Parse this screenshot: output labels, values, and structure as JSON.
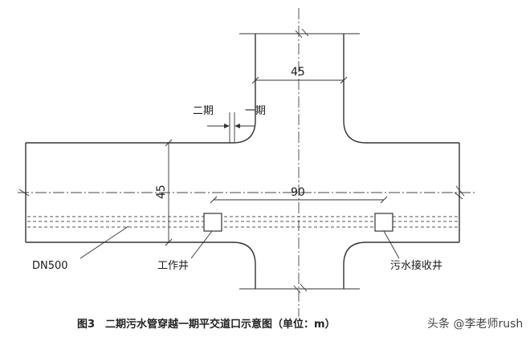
{
  "labels": {
    "phase2": "二期",
    "phase1": "一期",
    "pipe": "DN500",
    "work_well": "工作井",
    "receive_well": "污水接收井"
  },
  "dimensions": {
    "top_width": "45",
    "road_width": "45",
    "well_spacing": "90"
  },
  "caption": "图3　二期污水管穿越一期平交道口示意图（单位：m）",
  "watermark": "头条 @李老师rush"
}
